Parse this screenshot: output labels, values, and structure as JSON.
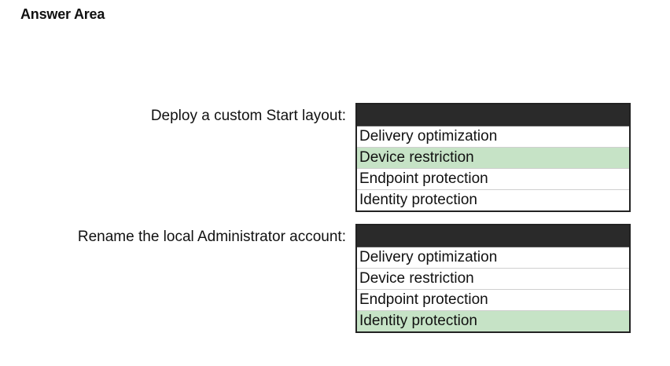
{
  "title": "Answer Area",
  "questions": [
    {
      "label": "Deploy a custom Start layout:",
      "options": [
        "Delivery optimization",
        "Device restriction",
        "Endpoint protection",
        "Identity protection"
      ],
      "selected": "Device restriction"
    },
    {
      "label": "Rename the local Administrator account:",
      "options": [
        "Delivery optimization",
        "Device restriction",
        "Endpoint protection",
        "Identity protection"
      ],
      "selected": "Identity protection"
    }
  ],
  "colors": {
    "selected_highlight": "#c6e3c6",
    "dropdown_header": "#2a2a2a"
  }
}
